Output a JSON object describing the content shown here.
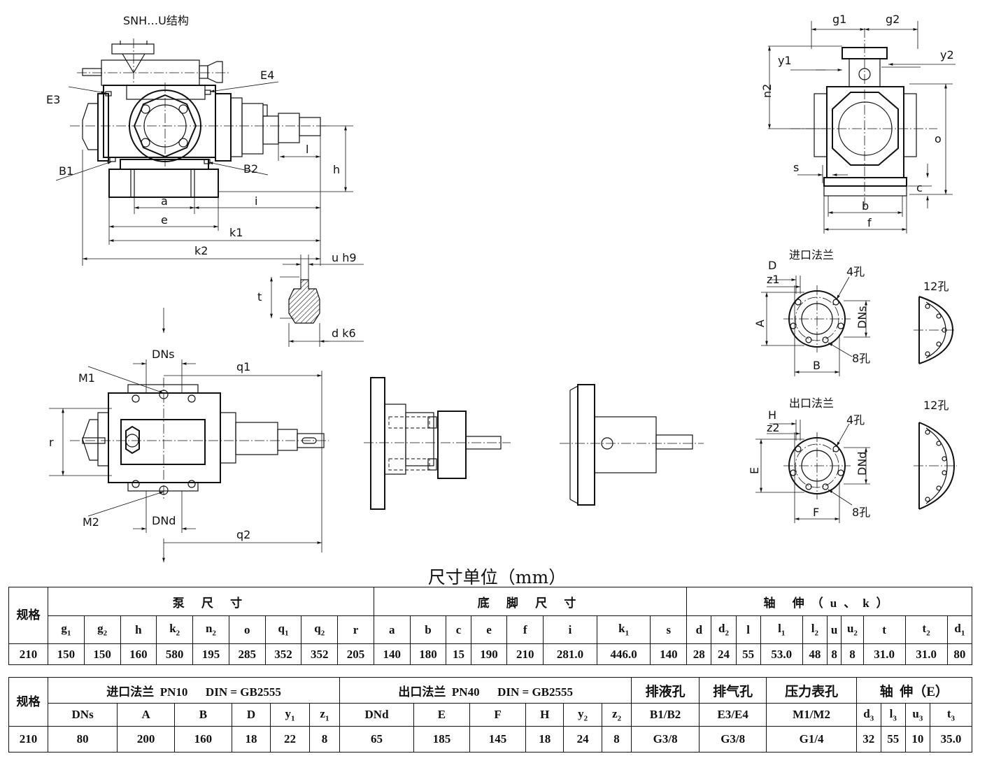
{
  "drawing": {
    "structure_title": "SNH…U结构",
    "ports": [
      "E3",
      "E4",
      "B1",
      "B2",
      "M1",
      "M2"
    ],
    "dims_front": [
      "a",
      "e",
      "i",
      "k1",
      "k2",
      "l",
      "h"
    ],
    "shaft_dims": [
      "u h9",
      "t",
      "d k6"
    ],
    "top_dims": [
      "DNs",
      "DNd",
      "q1",
      "q2",
      "r"
    ],
    "side_dims": [
      "g1",
      "g2",
      "y1",
      "y2",
      "n2",
      "o",
      "s",
      "c",
      "b",
      "f"
    ],
    "inlet_flange": {
      "title": "进口法兰",
      "dims": [
        "D",
        "z1",
        "A",
        "DNs",
        "B"
      ],
      "holes_a": "4孔",
      "holes_b": "8孔",
      "holes_c": "12孔"
    },
    "outlet_flange": {
      "title": "出口法兰",
      "dims": [
        "H",
        "z2",
        "E",
        "DNd",
        "F"
      ],
      "holes_a": "4孔",
      "holes_b": "8孔",
      "holes_c": "12孔"
    }
  },
  "unit_title": "尺寸单位（mm）",
  "table1": {
    "spec_label": "规格",
    "groups": [
      "泵 尺 寸",
      "底 脚 尺 寸",
      "轴 伸（u、k）"
    ],
    "headers": [
      [
        "g",
        "1"
      ],
      [
        "g",
        "2"
      ],
      [
        "h",
        ""
      ],
      [
        "k",
        "2"
      ],
      [
        "n",
        "2"
      ],
      [
        "o",
        ""
      ],
      [
        "q",
        "1"
      ],
      [
        "q",
        "2"
      ],
      [
        "r",
        ""
      ],
      [
        "a",
        ""
      ],
      [
        "b",
        ""
      ],
      [
        "c",
        ""
      ],
      [
        "e",
        ""
      ],
      [
        "f",
        ""
      ],
      [
        "i",
        ""
      ],
      [
        "k",
        "1"
      ],
      [
        "s",
        ""
      ],
      [
        "d",
        ""
      ],
      [
        "d",
        "2"
      ],
      [
        "l",
        ""
      ],
      [
        "l",
        "1"
      ],
      [
        "l",
        "2"
      ],
      [
        "u",
        ""
      ],
      [
        "u",
        "2"
      ],
      [
        "t",
        ""
      ],
      [
        "t",
        "2"
      ],
      [
        "d",
        "1"
      ]
    ],
    "row": [
      "210",
      "150",
      "150",
      "160",
      "580",
      "195",
      "285",
      "352",
      "352",
      "205",
      "140",
      "180",
      "15",
      "190",
      "210",
      "281.0",
      "446.0",
      "140",
      "28",
      "24",
      "55",
      "53.0",
      "48",
      "8",
      "8",
      "31.0",
      "31.0",
      "80"
    ]
  },
  "table2": {
    "spec_label": "规格",
    "groups": [
      "进口法兰  PN10      DIN = GB2555",
      "出口法兰  PN40      DIN = GB2555",
      "排液孔",
      "排气孔",
      "压力表孔",
      "轴  伸（E）"
    ],
    "headers": [
      [
        "DNs",
        ""
      ],
      [
        "A",
        ""
      ],
      [
        "B",
        ""
      ],
      [
        "D",
        ""
      ],
      [
        "y",
        "1"
      ],
      [
        "z",
        "1"
      ],
      [
        "DNd",
        ""
      ],
      [
        "E",
        ""
      ],
      [
        "F",
        ""
      ],
      [
        "H",
        ""
      ],
      [
        "y",
        "2"
      ],
      [
        "z",
        "2"
      ],
      [
        "B1/B2",
        ""
      ],
      [
        "E3/E4",
        ""
      ],
      [
        "M1/M2",
        ""
      ],
      [
        "d",
        "3"
      ],
      [
        "l",
        "3"
      ],
      [
        "u",
        "3"
      ],
      [
        "t",
        "3"
      ]
    ],
    "row": [
      "210",
      "80",
      "200",
      "160",
      "18",
      "22",
      "8",
      "65",
      "185",
      "145",
      "18",
      "24",
      "8",
      "G3/8",
      "G3/8",
      "G1/4",
      "32",
      "55",
      "10",
      "35.0"
    ]
  }
}
